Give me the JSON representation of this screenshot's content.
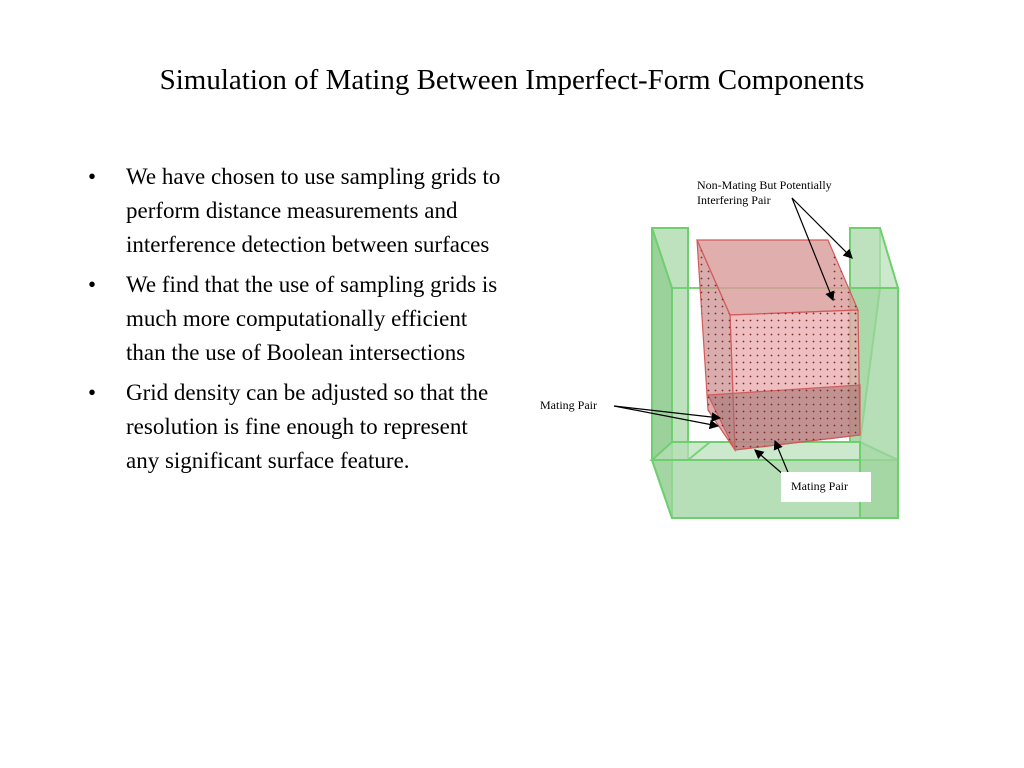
{
  "title": "Simulation of Mating Between Imperfect-Form Components",
  "bullets": [
    "We have chosen to use sampling grids to perform distance measurements and interference detection between surfaces",
    "We find that the use of sampling grids is much more computationally efficient than the use of Boolean intersections",
    "Grid density can be adjusted so that the resolution is fine enough to represent any significant surface feature."
  ],
  "bullet_symbol": "•",
  "figure": {
    "label_non_mating_line1": "Non-Mating But Potentially",
    "label_non_mating_line2": "Interfering Pair",
    "label_mating_left": "Mating Pair",
    "label_mating_bottom": "Mating Pair",
    "colors": {
      "housing_fill": "#a8d8a8",
      "housing_edge": "#6fcf6f",
      "block_fill": "#d99a9a",
      "block_edge": "#d45a5a",
      "grid_dot": "#7a2a2a"
    }
  }
}
